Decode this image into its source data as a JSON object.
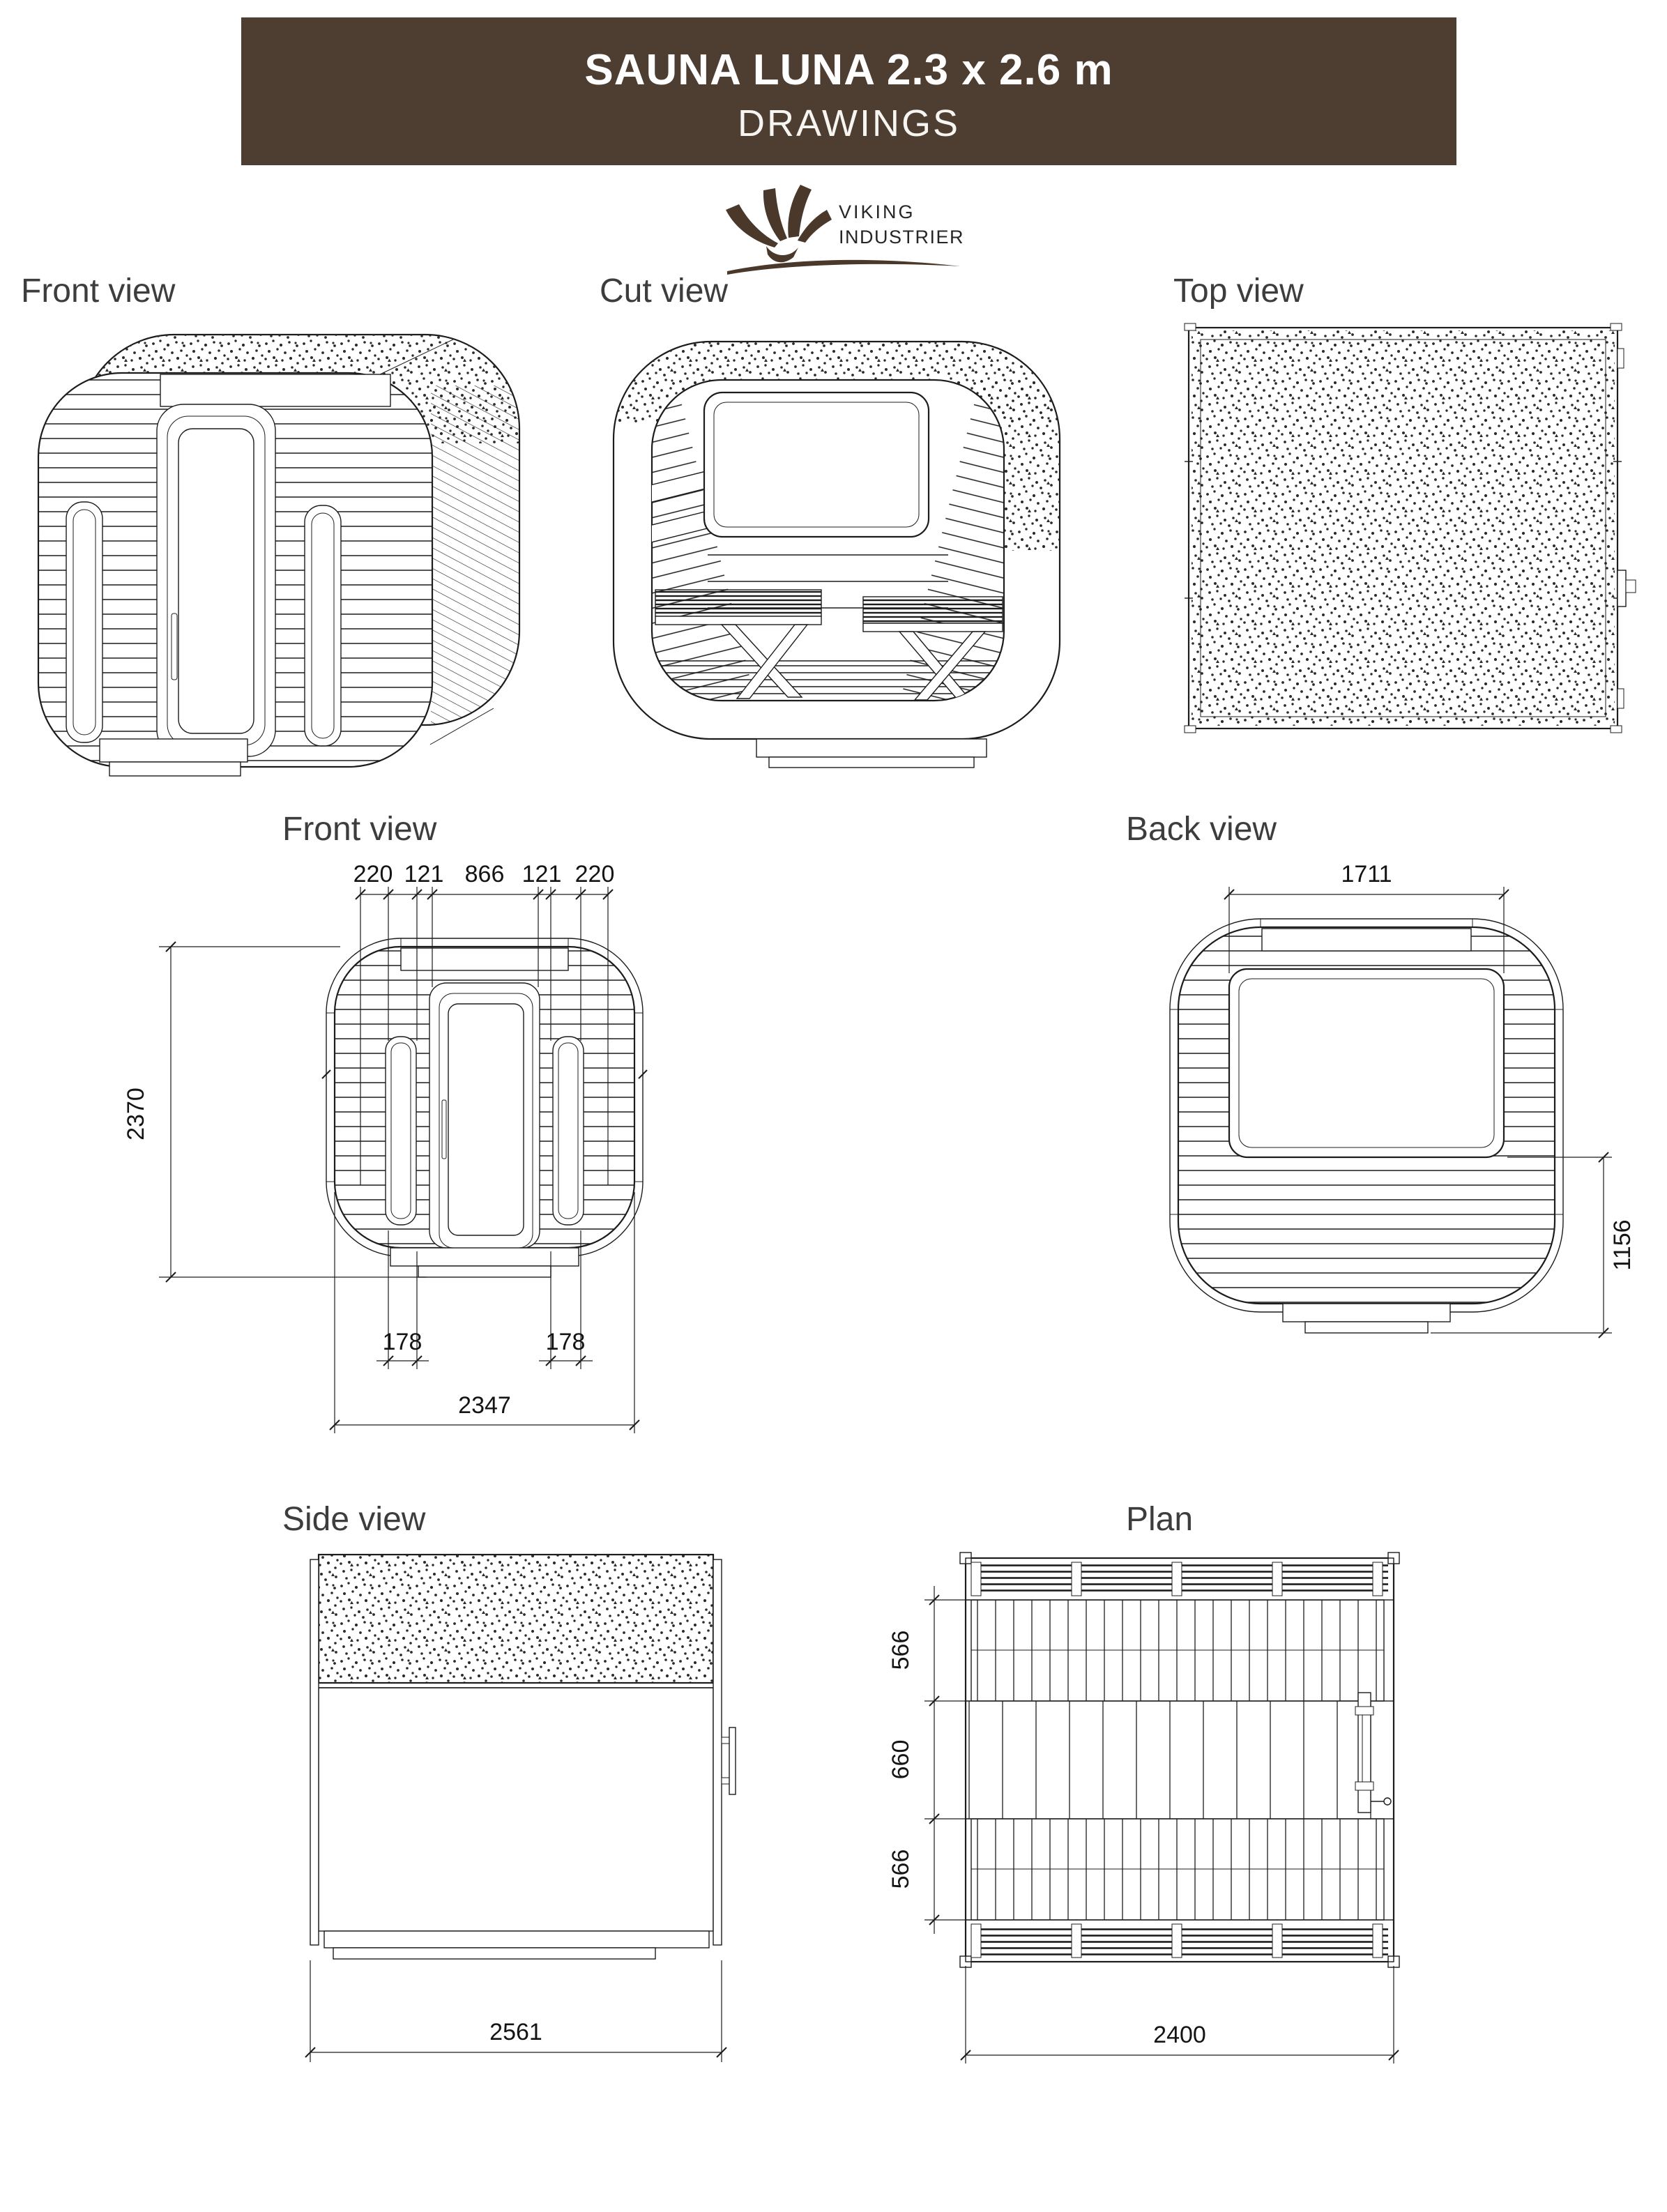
{
  "banner": {
    "title": "SAUNA LUNA 2.3 x 2.6 m",
    "subtitle": "DRAWINGS",
    "bg_color": "#4e3d31",
    "text_color": "#ffffff"
  },
  "logo": {
    "line1": "VIKING",
    "line2": "INDUSTRIER",
    "text_color": "#262626",
    "brand_color": "#4a392b"
  },
  "labels": {
    "front3d": "Front view",
    "cut": "Cut view",
    "top": "Top view",
    "front_dim": "Front view",
    "back": "Back view",
    "side": "Side view",
    "plan": "Plan"
  },
  "dimensions": {
    "front_view": {
      "top": [
        "220",
        "121",
        "866",
        "121",
        "220"
      ],
      "left_height": "2370",
      "bottom_offsets": [
        "178",
        "178"
      ],
      "overall_width": "2347"
    },
    "back_view": {
      "window_width": "1711",
      "right_height": "1156"
    },
    "side_view": {
      "overall_width": "2561"
    },
    "plan_view": {
      "left_heights": [
        "566",
        "660",
        "566"
      ],
      "overall_width": "2400"
    }
  },
  "style": {
    "line_color": "#1c1c1c",
    "label_color": "#3d3d3d",
    "dim_text_color": "#141414",
    "background": "#ffffff"
  }
}
